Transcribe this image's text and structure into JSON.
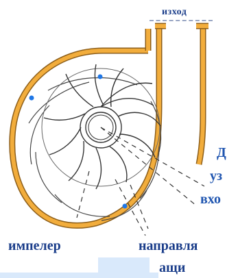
{
  "labels": {
    "outlet": "изход",
    "impeller": "импелер",
    "guide_line1": "направля",
    "guide_line2": "ащи",
    "side_line1": "Д",
    "side_line2": "уз",
    "side_line3": "вхо"
  },
  "colors": {
    "casing": "#f2ad3c",
    "casing_stroke": "#8c5e1a",
    "blade": "#555555",
    "marker": "#1f77e6",
    "label_text": "#1a3d8a",
    "band": "#d9e9fb"
  },
  "icons": {
    "marker": "blue-dot-marker"
  }
}
